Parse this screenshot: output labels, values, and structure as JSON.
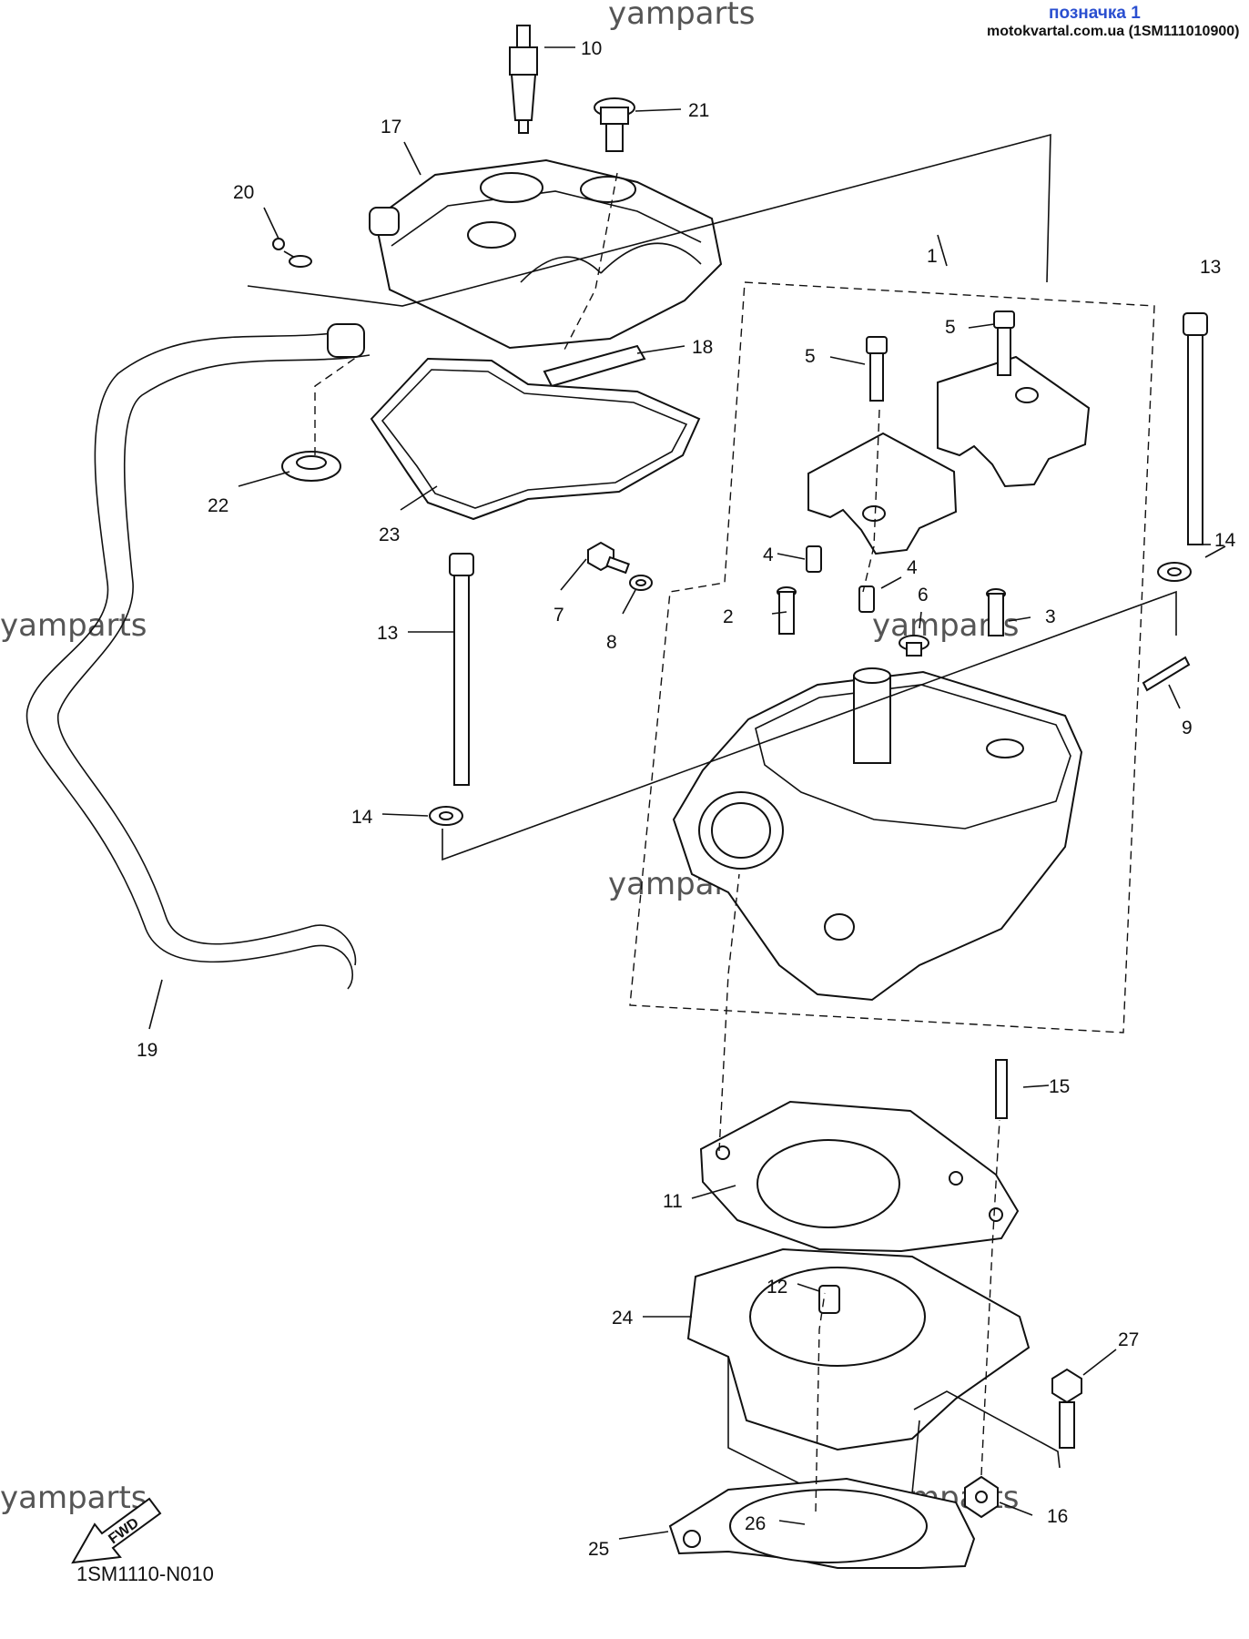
{
  "header": {
    "label": "позначка 1",
    "site": "motokvartal.com.ua (1SM111010900)"
  },
  "watermark": "yamparts",
  "diagram_code": "1SM1110-N010",
  "fwd_badge": "FWD",
  "callouts": {
    "c1": "1",
    "c2": "2",
    "c3": "3",
    "c4a": "4",
    "c4b": "4",
    "c5a": "5",
    "c5b": "5",
    "c6": "6",
    "c7": "7",
    "c8": "8",
    "c9": "9",
    "c10": "10",
    "c11": "11",
    "c12": "12",
    "c13a": "13",
    "c13b": "13",
    "c14a": "14",
    "c14b": "14",
    "c15": "15",
    "c16": "16",
    "c17": "17",
    "c18": "18",
    "c19": "19",
    "c20": "20",
    "c21": "21",
    "c22": "22",
    "c23": "23",
    "c24": "24",
    "c25": "25",
    "c26": "26",
    "c27": "27"
  }
}
